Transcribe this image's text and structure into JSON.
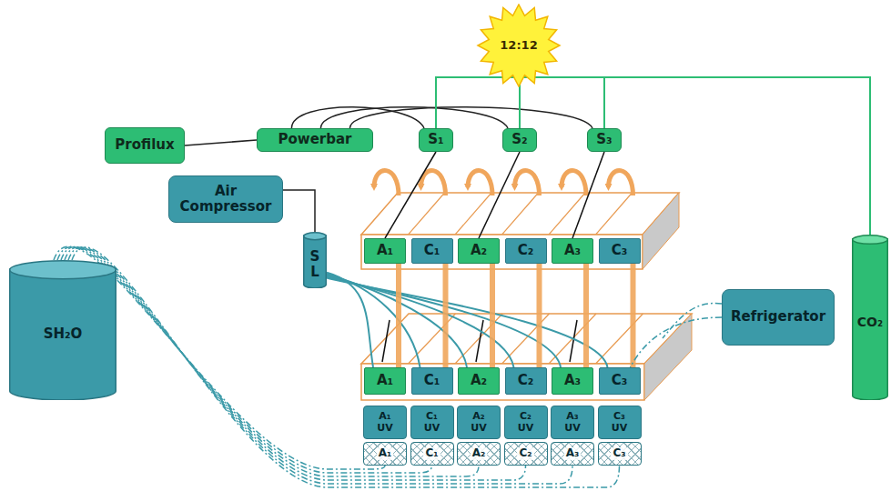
{
  "diagram": {
    "nodes": [
      {
        "text": [
          "12:12"
        ]
      },
      {
        "text": [
          "Profilux"
        ]
      },
      {
        "text": [
          "Powerbar"
        ]
      },
      {
        "text": [
          "S₁"
        ]
      },
      {
        "text": [
          "S₂"
        ]
      },
      {
        "text": [
          "S₃"
        ]
      },
      {
        "text": [
          "Air Compressor"
        ]
      },
      {
        "text": [
          "S L"
        ]
      },
      {
        "text": [
          "A₁"
        ]
      },
      {
        "text": [
          "C₁"
        ]
      },
      {
        "text": [
          "A₂"
        ]
      },
      {
        "text": [
          "C₂"
        ]
      },
      {
        "text": [
          "A₃"
        ]
      },
      {
        "text": [
          "C₃"
        ]
      },
      {
        "text": [
          "Refrigerator"
        ]
      },
      {
        "text": [
          "CO₂"
        ]
      },
      {
        "text": [
          "SH₂O"
        ]
      },
      {
        "text": [
          "A₁"
        ]
      },
      {
        "text": [
          "C₁"
        ]
      },
      {
        "text": [
          "A₂"
        ]
      },
      {
        "text": [
          "C₂"
        ]
      },
      {
        "text": [
          "A₃"
        ]
      },
      {
        "text": [
          "C₃"
        ]
      },
      {
        "text": [
          "A₁ UV"
        ]
      },
      {
        "text": [
          "C₁ UV"
        ]
      },
      {
        "text": [
          "A₂ UV"
        ]
      },
      {
        "text": [
          "C₂ UV"
        ]
      },
      {
        "text": [
          "A₃ UV"
        ]
      },
      {
        "text": [
          "C₃ UV"
        ]
      },
      {
        "text": [
          "A₁"
        ]
      },
      {
        "text": [
          "C₁"
        ]
      },
      {
        "text": [
          "A₂"
        ]
      },
      {
        "text": [
          "C₂"
        ]
      },
      {
        "text": [
          "A₃"
        ]
      },
      {
        "text": [
          "C₃"
        ]
      }
    ],
    "edges": [
      {
        "from": 1,
        "to": 2,
        "arrow": "none"
      },
      {
        "from": 2,
        "to": 3,
        "arrow": "none"
      },
      {
        "from": 2,
        "to": 4,
        "arrow": "none"
      },
      {
        "from": 2,
        "to": 5,
        "arrow": "none"
      },
      {
        "from": 15,
        "to": 3,
        "arrow": "none"
      },
      {
        "from": 15,
        "to": 4,
        "arrow": "none"
      },
      {
        "from": 15,
        "to": 5,
        "arrow": "none"
      },
      {
        "from": 6,
        "to": 7,
        "arrow": "none"
      },
      {
        "from": 7,
        "to": 17,
        "arrow": "none"
      },
      {
        "from": 7,
        "to": 18,
        "arrow": "none"
      },
      {
        "from": 7,
        "to": 19,
        "arrow": "none"
      },
      {
        "from": 7,
        "to": 20,
        "arrow": "none"
      },
      {
        "from": 7,
        "to": 21,
        "arrow": "none"
      },
      {
        "from": 7,
        "to": 22,
        "arrow": "none"
      },
      {
        "from": 3,
        "to": 8,
        "arrow": "none"
      },
      {
        "from": 4,
        "to": 10,
        "arrow": "none"
      },
      {
        "from": 5,
        "to": 12,
        "arrow": "none"
      },
      {
        "from": 8,
        "to": 17,
        "arrow": "none"
      },
      {
        "from": 9,
        "to": 18,
        "arrow": "none"
      },
      {
        "from": 10,
        "to": 19,
        "arrow": "none"
      },
      {
        "from": 11,
        "to": 20,
        "arrow": "none"
      },
      {
        "from": 12,
        "to": 21,
        "arrow": "none"
      },
      {
        "from": 13,
        "to": 22,
        "arrow": "none"
      },
      {
        "from": 14,
        "to": 22,
        "arrow": "none"
      },
      {
        "from": 16,
        "to": 29,
        "arrow": "none"
      },
      {
        "from": 16,
        "to": 30,
        "arrow": "none"
      },
      {
        "from": 16,
        "to": 31,
        "arrow": "none"
      },
      {
        "from": 16,
        "to": 32,
        "arrow": "none"
      },
      {
        "from": 16,
        "to": 33,
        "arrow": "none"
      },
      {
        "from": 16,
        "to": 34,
        "arrow": "none"
      }
    ]
  }
}
